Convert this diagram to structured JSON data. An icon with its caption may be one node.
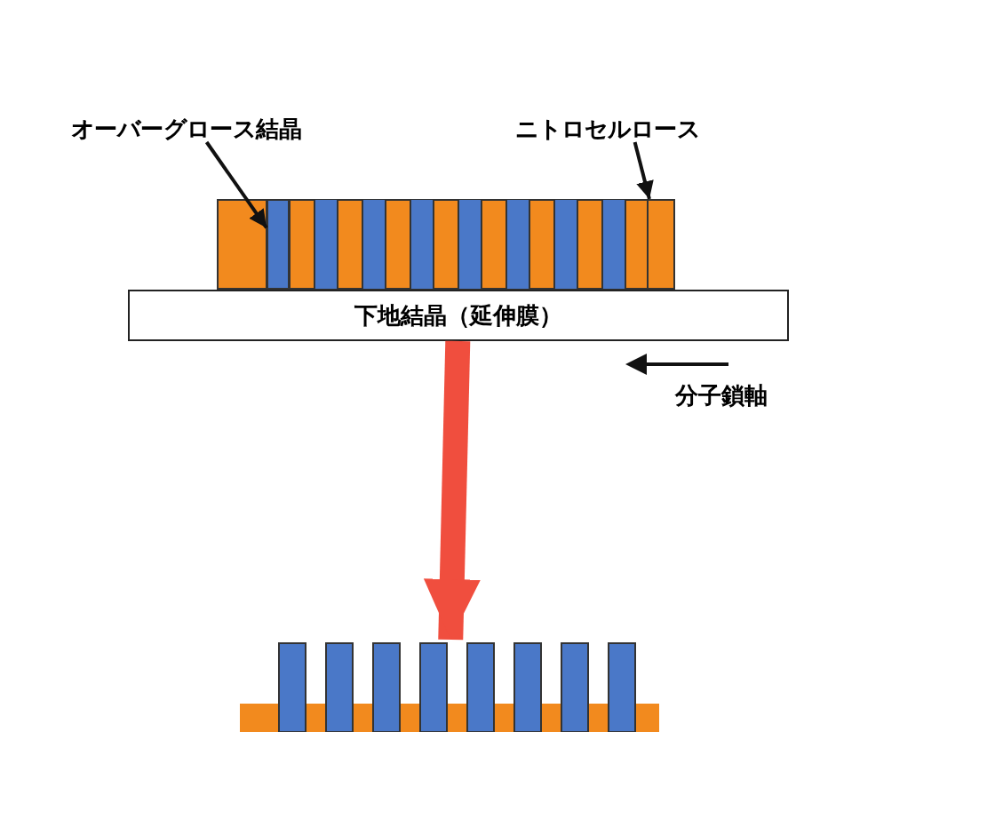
{
  "diagram": {
    "nodes": [
      {
        "text": [],
        "shape": "picture"
      },
      {
        "text": [
          "下地結晶（延伸膜）"
        ]
      },
      {
        "text": [],
        "shape": "bar",
        "in": 0
      },
      {
        "text": [],
        "shape": "bar",
        "in": 0
      },
      {
        "text": [
          "オーバーグロース結晶"
        ]
      },
      {
        "text": [
          "ニトロセルロース"
        ]
      },
      {
        "text": [],
        "shape": "picture"
      }
    ],
    "edges": [
      {
        "from": 4,
        "to": 2,
        "arrow": "to"
      },
      {
        "from": 5,
        "to": 3,
        "arrow": "to"
      },
      {
        "from": 1,
        "to": 6,
        "arrow": "to",
        "style": "thick",
        "color": "#f04e3e"
      }
    ],
    "labels": [
      "分子鎖軸"
    ]
  }
}
